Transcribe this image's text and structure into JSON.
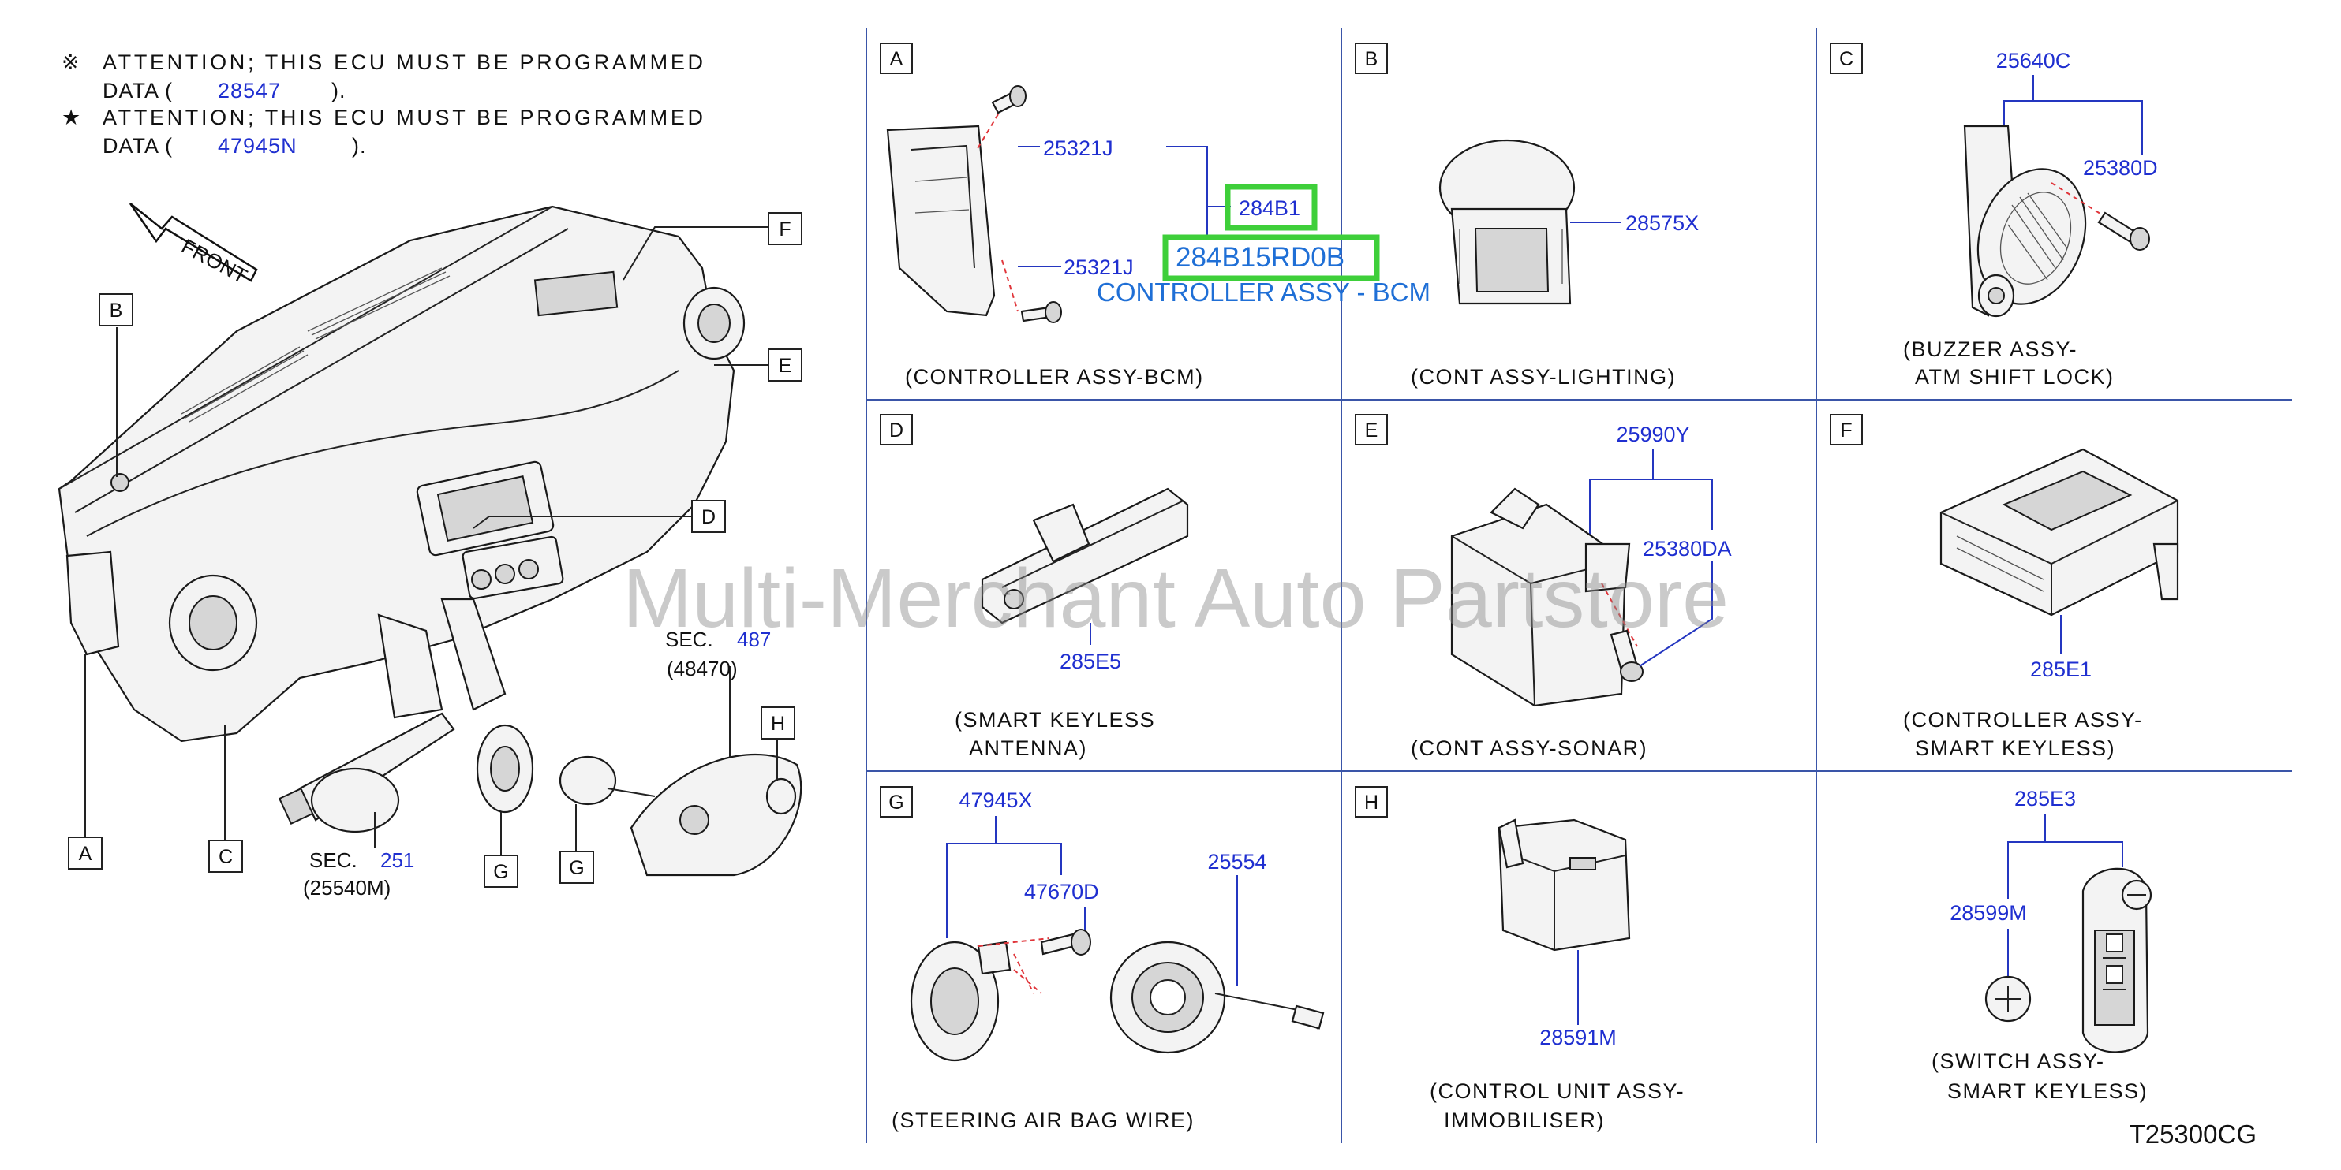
{
  "notes": [
    {
      "symbol": "※",
      "line1": "ATTENTION; THIS ECU MUST BE PROGRAMMED",
      "line2_prefix": "DATA (",
      "code": "28547",
      "line2_suffix": ")."
    },
    {
      "symbol": "★",
      "line1": "ATTENTION; THIS ECU MUST BE PROGRAMMED",
      "line2_prefix": "DATA (",
      "code": "47945N",
      "line2_suffix": ")."
    }
  ],
  "overview": {
    "front_label": "FRONT",
    "callouts": [
      "A",
      "B",
      "C",
      "D",
      "E",
      "F",
      "G",
      "G",
      "H"
    ],
    "sec_487": {
      "prefix": "SEC.",
      "num": "487",
      "sub": "(48470)"
    },
    "sec_251": {
      "prefix": "SEC.",
      "num": "251",
      "sub": "(25540M)"
    }
  },
  "panels": {
    "A": {
      "letter": "A",
      "parts": [
        "25321J",
        "25321J",
        "284B1"
      ],
      "highlight_code": "284B15RD0B",
      "highlight_desc": "CONTROLLER ASSY - BCM",
      "caption": [
        "(CONTROLLER ASSY-BCM)"
      ]
    },
    "B": {
      "letter": "B",
      "parts": [
        "28575X"
      ],
      "caption": [
        "(CONT ASSY-LIGHTING)"
      ]
    },
    "C": {
      "letter": "C",
      "parts": [
        "25640C",
        "25380D"
      ],
      "caption": [
        "(BUZZER ASSY-",
        "ATM SHIFT LOCK)"
      ]
    },
    "D": {
      "letter": "D",
      "parts": [
        "285E5"
      ],
      "caption": [
        "(SMART KEYLESS",
        "ANTENNA)"
      ]
    },
    "E": {
      "letter": "E",
      "parts": [
        "25990Y",
        "25380DA"
      ],
      "caption": [
        "(CONT ASSY-SONAR)"
      ]
    },
    "F": {
      "letter": "F",
      "parts": [
        "285E1"
      ],
      "caption": [
        "(CONTROLLER ASSY-",
        "SMART KEYLESS)"
      ]
    },
    "G": {
      "letter": "G",
      "parts": [
        "47945X",
        "47670D",
        "25554"
      ],
      "caption": [
        "(STEERING AIR BAG WIRE)"
      ]
    },
    "H": {
      "letter": "H",
      "parts": [
        "28591M"
      ],
      "caption": [
        "(CONTROL UNIT ASSY-",
        "IMMOBILISER)"
      ]
    },
    "I": {
      "parts": [
        "285E3",
        "28599M"
      ],
      "caption": [
        "(SWITCH ASSY-",
        "SMART KEYLESS)"
      ]
    }
  },
  "watermark": "Multi-Merchant Auto Partstore",
  "diagram_code": "T25300CG",
  "colors": {
    "link": "#1f2fd0",
    "highlight": "#3ecf3a",
    "highlight_text": "#1f6fd6",
    "grid": "#3a55a8",
    "leader_red": "#e0353a"
  }
}
